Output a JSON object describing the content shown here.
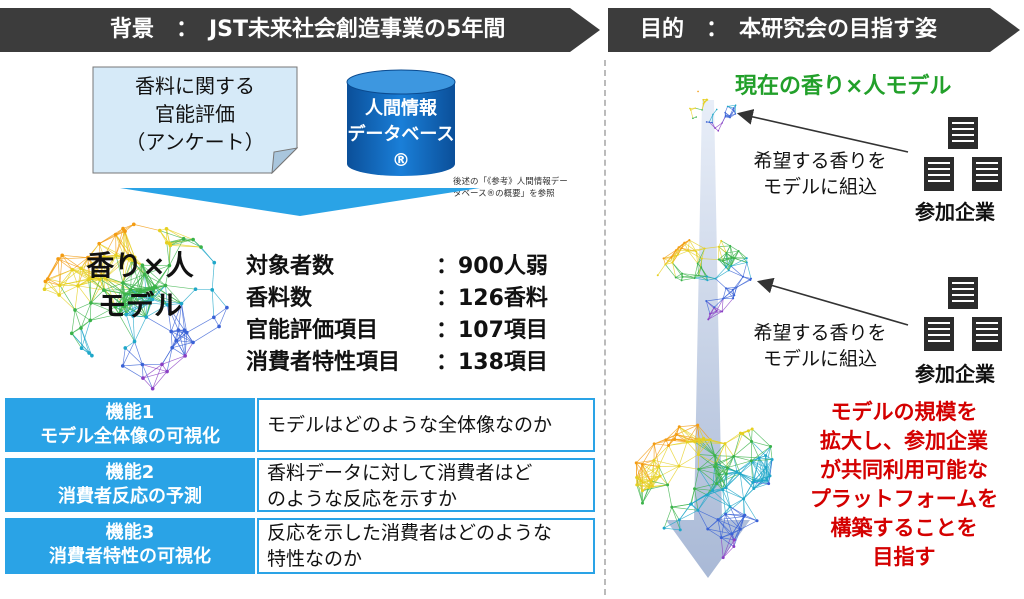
{
  "left_banner": "背景　：　JST未来社会創造事業の5年間",
  "right_banner": "目的　：　本研究会の目指す姿",
  "survey_note": [
    "香料に関する",
    "官能評価",
    "（アンケート）"
  ],
  "database": [
    "人間情報",
    "データベース®"
  ],
  "reference_note": [
    "後述の「《参考》人間情報デー",
    "タベース®の概要」を参照"
  ],
  "brain_label": [
    "香り×人",
    "モデル"
  ],
  "stats": [
    {
      "label": "対象者数",
      "value": "：900人弱"
    },
    {
      "label": "香料数",
      "value": "：126香料"
    },
    {
      "label": "官能評価項目",
      "value": "：107項目"
    },
    {
      "label": "消費者特性項目",
      "value": "：138項目"
    }
  ],
  "features": [
    {
      "title": "機能1",
      "subtitle": "モデル全体像の可視化",
      "desc": [
        "モデルはどのような全体像なのか"
      ]
    },
    {
      "title": "機能2",
      "subtitle": "消費者反応の予測",
      "desc": [
        "香料データに対して消費者はど",
        "のような反応を示すか"
      ]
    },
    {
      "title": "機能3",
      "subtitle": "消費者特性の可視化",
      "desc": [
        "反応を示した消費者はどのような",
        "特性なのか"
      ]
    }
  ],
  "current_model": "現在の香り×人モデル",
  "hope_text": [
    "希望する香りを",
    "モデルに組込"
  ],
  "company_label": "参加企業",
  "goal_text": [
    "モデルの規模を",
    "拡大し、参加企業",
    "が共同利用可能な",
    "プラットフォームを",
    "構築することを",
    "目指す"
  ],
  "colors": {
    "banner": "#3c3c3c",
    "accent_blue": "#2aa3e6",
    "db_blue": "#0a66c2",
    "green": "#22a02a",
    "red": "#d40000"
  }
}
